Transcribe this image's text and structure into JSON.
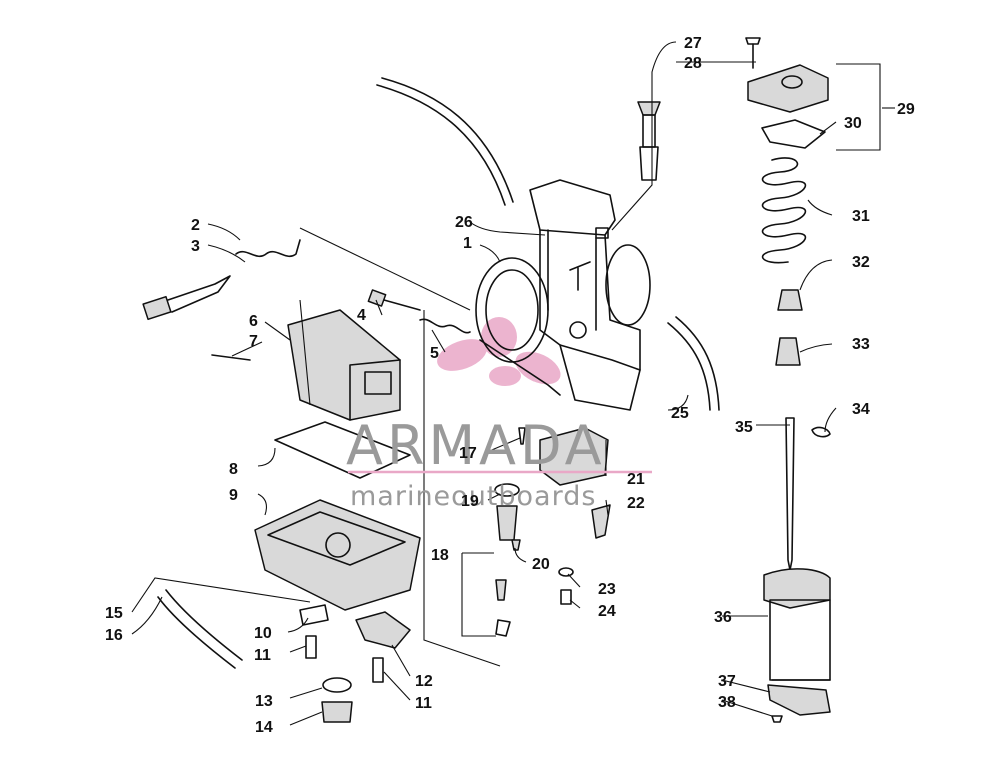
{
  "watermark": {
    "brand": "ARMADA",
    "tagline": "marineoutboards",
    "accent_color": "#e9a8c7",
    "text_color": "#9a9a9a"
  },
  "callouts": [
    "1",
    "2",
    "3",
    "4",
    "5",
    "6",
    "7",
    "8",
    "9",
    "10",
    "11",
    "11",
    "12",
    "13",
    "14",
    "15",
    "16",
    "17",
    "18",
    "19",
    "20",
    "21",
    "22",
    "23",
    "24",
    "25",
    "26",
    "27",
    "28",
    "29",
    "30",
    "31",
    "32",
    "33",
    "34",
    "35",
    "36",
    "37",
    "38"
  ]
}
